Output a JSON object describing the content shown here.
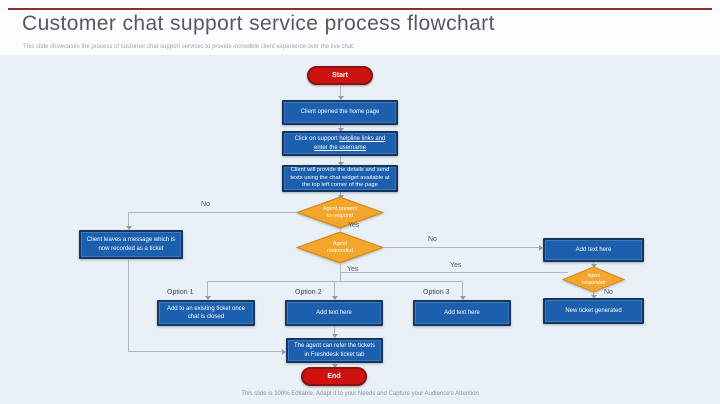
{
  "slide": {
    "title": "Customer chat support service process flowchart",
    "subtitle": "This slide showcases the process of customer chat support services to provide incredible client experience over the live chat.",
    "footer": "This slide is 100% Editable. Adapt it to your Needs and Capture your Audience's Attention"
  },
  "flowchart": {
    "start_label": "Start",
    "end_label": "End",
    "step_home_page": "Client opened the home page",
    "step_support_prefix": "Click on support ",
    "step_support_link": "helpline links and enter the username",
    "step_chat_widget": "Client will provide the details and send texts using the chat widget available at the top left corner of the page",
    "decision_agent_present": {
      "line1": "Agent present",
      "line2": "to respond"
    },
    "decision_agent_responded": {
      "line1": "Agent",
      "line2": "responded"
    },
    "decision_agent_responded_2": {
      "line1": "Agent",
      "line2": "responded"
    },
    "left_box": "Client leaves a message which is now recorded as a ticket",
    "add_text_right_box": "Add text here",
    "new_ticket_box": "New ticket generated",
    "option1_label": "Option 1",
    "option2_label": "Option 2",
    "option3_label": "Option 3",
    "option1_box": "Add to an existing ticket once chat is closed",
    "option2_box": "Add text here",
    "option3_box": "Add text here",
    "refer_box": "The agent can refer the tickets in Freshdesk ticket tab",
    "labels": {
      "no1": "No",
      "yes1": "Yes",
      "no2": "No",
      "yes2": "Yes",
      "yes3": "Yes",
      "no3": "No"
    }
  },
  "colors": {
    "process_fill": "#1b5fae",
    "process_border": "#16365c",
    "decision_fill": "#f3a62b",
    "decision_border": "#d2881d",
    "terminator_fill": "#ce1212",
    "terminator_border": "#8c1010",
    "connector": "#a9b7c1",
    "connector_dark": "#8c9ca7"
  }
}
